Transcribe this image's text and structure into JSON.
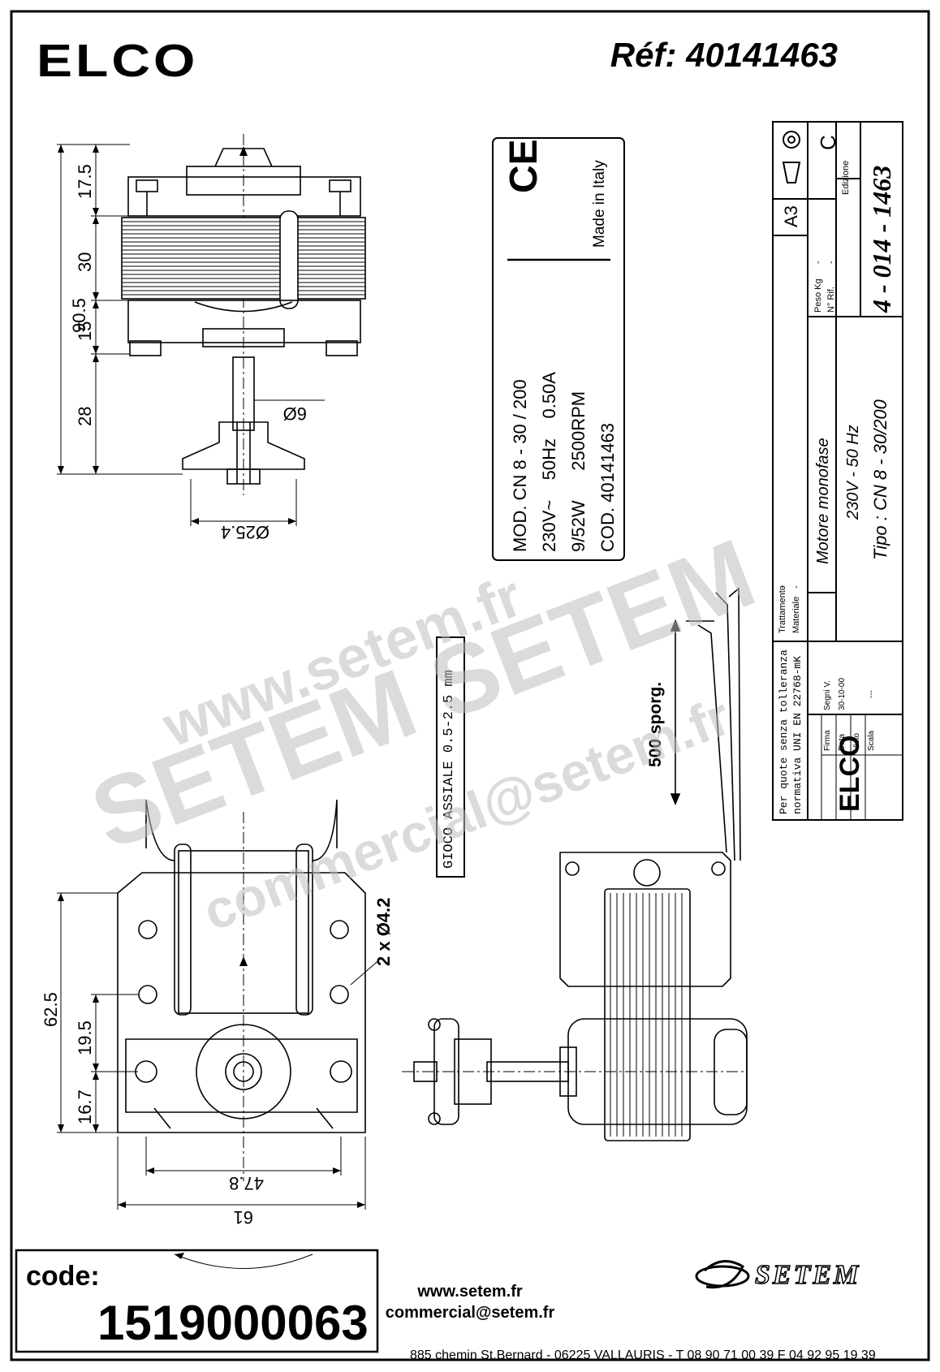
{
  "header": {
    "brand": "ELCO",
    "reference": "Réf: 40141463"
  },
  "dimensions": {
    "d_17_5": "17.5",
    "d_30": "30",
    "d_15": "15",
    "d_28": "28",
    "d_90_5": "90.5",
    "d_shaft": "6Ø",
    "d_hub": "Ø25.4",
    "d_62_5": "62.5",
    "d_19_5": "19.5",
    "d_16_7": "16.7",
    "d_47_8": "47.8",
    "d_61": "61",
    "d_holes": "2 x Ø4.2",
    "axial_play": "GIOCO ASSIALE 0.5-2.5 mm",
    "lead_length": "500 sporg."
  },
  "nameplate": {
    "ce_mark": "CE",
    "made_in": "Made in Italy",
    "line1": "MOD. CN 8 - 30 / 200",
    "line2": "230V~    50Hz    0.50A",
    "line3": "9/52W      2500RPM",
    "line4": "COD. 40141463"
  },
  "title_block": {
    "format": "A3",
    "edition_label": "Edizione",
    "edition": "C",
    "drawing_number": "4 - 014 - 1463",
    "peso_label": "Peso Kg",
    "peso": "-",
    "nrif_label": "N° Rif.",
    "nrif": "-",
    "description": "Motore monofase",
    "voltage": "230V - 50 Hz",
    "type": "Tipo :  CN 8 - 30/200",
    "trattamento_label": "Trattamento",
    "trattamento": "-",
    "materiale_label": "Materiale",
    "materiale": "-",
    "tolerance_line1": "Per quote senza tolleranza",
    "tolerance_line2": "normativa UNI EN 22768-mK",
    "firma_label": "Firma",
    "firma": "Segni V.",
    "data_label": "Data",
    "data": "30-10-00",
    "visto_label": "Visto",
    "visto": "",
    "scala_label": "Scala",
    "scala": "---",
    "logo": "ELCO"
  },
  "watermark": {
    "url": "www.setem.fr",
    "brand": "SETEM  SETEM",
    "email": "commercial@setem.fr"
  },
  "footer": {
    "code_label": "code:",
    "code": "1519000063",
    "website": "www.setem.fr",
    "email": "commercial@setem.fr",
    "setem_logo": "SETEM",
    "address": "885 chemin St.Bernard  -  06225 VALLAURIS  -  T 08 90 71 00 39   F 04 92 95 19 39"
  }
}
